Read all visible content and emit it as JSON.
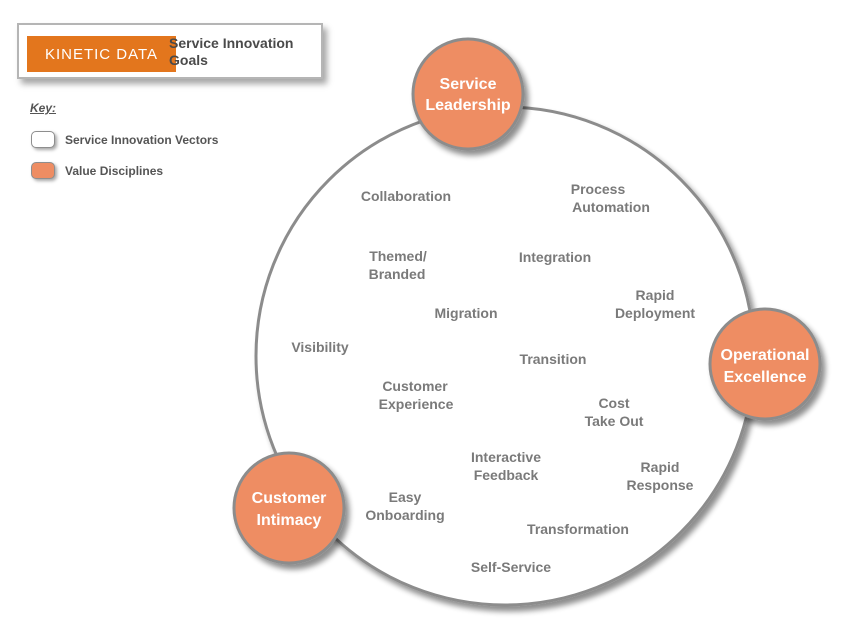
{
  "header": {
    "logo_text": "KINETIC DATA",
    "title_line1": "Service Innovation",
    "title_line2": "Goals"
  },
  "key": {
    "heading": "Key:",
    "items": [
      {
        "label": "Service Innovation Vectors",
        "color": "#ffffff"
      },
      {
        "label": "Value Disciplines",
        "color": "#ee8d63"
      }
    ]
  },
  "disciplines": [
    {
      "line1": "Service",
      "line2": "Leadership"
    },
    {
      "line1": "Operational",
      "line2": "Excellence"
    },
    {
      "line1": "Customer",
      "line2": "Intimacy"
    }
  ],
  "vectors": [
    {
      "line1": "Collaboration",
      "line2": ""
    },
    {
      "line1": "Process",
      "line2": "Automation"
    },
    {
      "line1": "Themed/",
      "line2": "Branded"
    },
    {
      "line1": "Integration",
      "line2": ""
    },
    {
      "line1": "Rapid",
      "line2": "Deployment"
    },
    {
      "line1": "Migration",
      "line2": ""
    },
    {
      "line1": "Visibility",
      "line2": ""
    },
    {
      "line1": "Transition",
      "line2": ""
    },
    {
      "line1": "Customer",
      "line2": "Experience"
    },
    {
      "line1": "Cost",
      "line2": "Take Out"
    },
    {
      "line1": "Interactive",
      "line2": "Feedback"
    },
    {
      "line1": "Rapid",
      "line2": "Response"
    },
    {
      "line1": "Easy",
      "line2": "Onboarding"
    },
    {
      "line1": "Transformation",
      "line2": ""
    },
    {
      "line1": "Self-Service",
      "line2": ""
    }
  ],
  "colors": {
    "brand_orange": "#e3761d",
    "discipline_fill": "#ee8d63",
    "outline": "#8c8c8c",
    "vector_text": "#7a7a7a"
  }
}
